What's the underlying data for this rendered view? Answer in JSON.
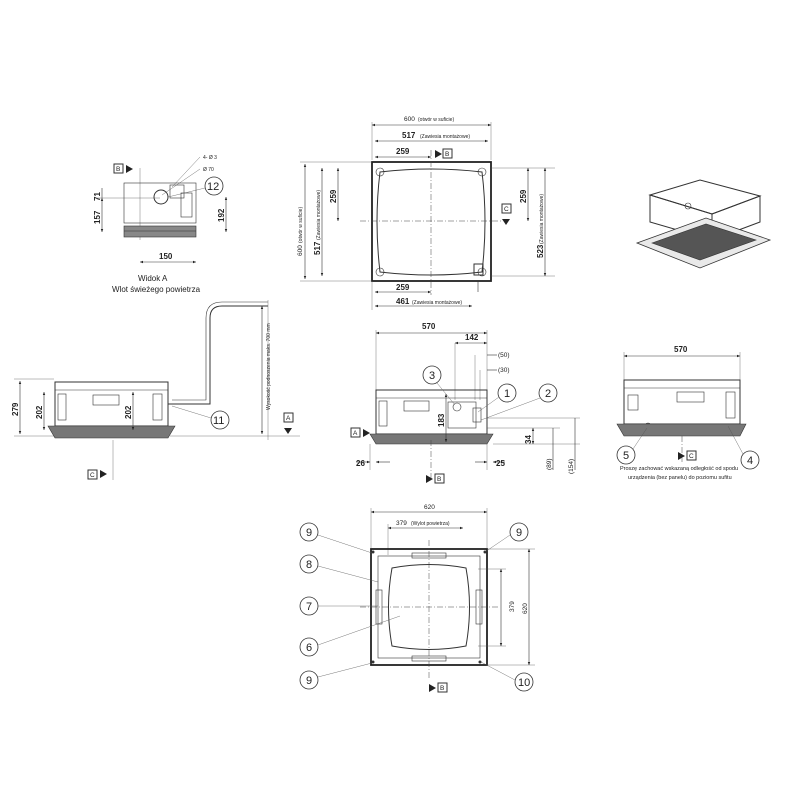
{
  "plan_top": {
    "dim_ceiling_opening": "600",
    "dim_ceiling_opening_note": "(otwór w suficie)",
    "dim_hanger_width": "517",
    "dim_hanger_note": "(Zawiesia montażowe)",
    "dim_half_top": "259",
    "dim_half_bottom": "259",
    "dim_bottom_hanger": "461",
    "dim_bottom_hanger_note": "(Zawiesia montażowe)",
    "dim_left_half": "259",
    "dim_left_hanger": "517",
    "dim_left_hanger_note": "(Zawiesia montażowe)",
    "dim_left_opening": "600",
    "dim_left_opening_note": "(otwór w suficie)",
    "dim_right_half": "259",
    "dim_right_hanger": "523",
    "dim_right_hanger_note": "(Zawiesia montażowe)",
    "marker_b": "B",
    "marker_c": "C"
  },
  "view_a": {
    "caption_title": "Widok A",
    "caption_sub": "Wlot świeżego powietrza",
    "dim_holes": "4- Ø 3",
    "dim_dia": "Ø 70",
    "dim_71": "71",
    "dim_157": "157",
    "dim_192": "192",
    "dim_150": "150",
    "marker_b": "B",
    "callout_12": "12"
  },
  "side_left": {
    "dim_279": "279",
    "dim_202_left": "202",
    "dim_202_right": "202",
    "pipe_height_note": "Wysokość podnoszenia maks. 700 mm",
    "callout_11": "11",
    "marker_a": "A",
    "marker_c": "C"
  },
  "front_view": {
    "dim_570": "570",
    "dim_142": "142",
    "dim_50": "(50)",
    "dim_30": "(30)",
    "dim_183": "183",
    "dim_26": "26",
    "dim_25": "25",
    "dim_34": "34",
    "dim_89": "(89)",
    "dim_154": "(154)",
    "callout_1": "1",
    "callout_2": "2",
    "callout_3": "3",
    "marker_a": "A",
    "marker_b": "B"
  },
  "side_right": {
    "dim_570": "570",
    "callout_4": "4",
    "callout_5": "5",
    "marker_c": "C",
    "note_line1": "Proszę zachować wskazaną odległość od spodu",
    "note_line2": "urządzenia (bez panelu) do poziomu sufitu"
  },
  "panel_bottom": {
    "dim_620_top": "620",
    "dim_379_top": "379",
    "dim_379_top_note": "(Wylot powietrza)",
    "dim_379_right": "379",
    "dim_620_right": "620",
    "callout_6": "6",
    "callout_7": "7",
    "callout_8": "8",
    "callout_9a": "9",
    "callout_9b": "9",
    "callout_9c": "9",
    "callout_10": "10",
    "marker_b": "B"
  }
}
